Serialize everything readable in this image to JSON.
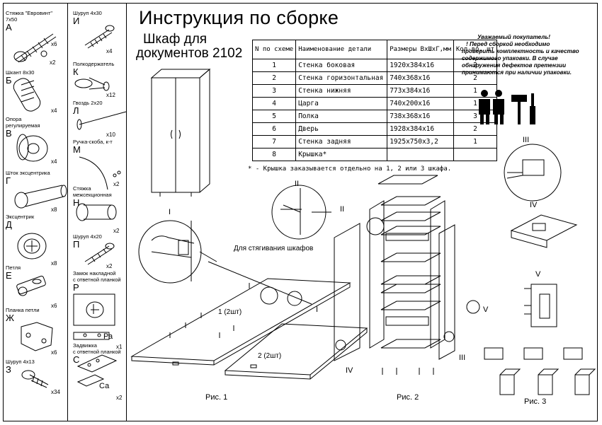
{
  "title": "Инструкция по сборке",
  "subtitle_line1": "Шкаф для",
  "subtitle_line2": "документов 2102",
  "parts": [
    {
      "name_l1": "Стяжка \"Евровинт\"",
      "name_l2": "7x50",
      "letter": "А",
      "qty": "x6",
      "extra_qty": "x2"
    },
    {
      "name_l1": "Шкант 8x30",
      "name_l2": "",
      "letter": "Б",
      "qty": "x4"
    },
    {
      "name_l1": "Опора",
      "name_l2": "регулируемая",
      "letter": "В",
      "qty": "x4"
    },
    {
      "name_l1": "Шток эксцентрика",
      "name_l2": "",
      "letter": "Г",
      "qty": "x8"
    },
    {
      "name_l1": "Эксцентрик",
      "name_l2": "",
      "letter": "Д",
      "qty": "x8"
    },
    {
      "name_l1": "Петля",
      "name_l2": "",
      "letter": "Е",
      "qty": "x6"
    },
    {
      "name_l1": "Планка петли",
      "name_l2": "",
      "letter": "Ж",
      "qty": "x6"
    },
    {
      "name_l1": "Шуруп 4x13",
      "name_l2": "",
      "letter": "З",
      "qty": "x34"
    },
    {
      "name_l1": "Шуруп 4x30",
      "name_l2": "",
      "letter": "И",
      "qty": "x4"
    },
    {
      "name_l1": "Полкодержатель",
      "name_l2": "",
      "letter": "К",
      "qty": "x12"
    },
    {
      "name_l1": "Гвоздь 2x20",
      "name_l2": "",
      "letter": "Л",
      "qty": "x10"
    },
    {
      "name_l1": "Ручка-скоба, к-т",
      "name_l2": "",
      "letter": "М",
      "qty": "x2"
    },
    {
      "name_l1": "Стяжка",
      "name_l2": "межсекционная",
      "letter": "Н",
      "qty": "x2"
    },
    {
      "name_l1": "Шуруп 4x20",
      "name_l2": "",
      "letter": "П",
      "qty": "x2"
    },
    {
      "name_l1": "Замок накладной",
      "name_l2": "с ответной планкой",
      "letter": "Р",
      "qty": "x1",
      "sub_letter": "Ра"
    },
    {
      "name_l1": "Задвижка",
      "name_l2": "с ответной планкой",
      "letter": "С",
      "qty": "x2",
      "sub_letter": "Са"
    }
  ],
  "table": {
    "headers": [
      "N по схеме",
      "Наименование детали",
      "Размеры ВхШхГ,мм",
      "Кол-во, шт"
    ],
    "rows": [
      [
        "1",
        "Стенка боковая",
        "1920x384x16",
        "2"
      ],
      [
        "2",
        "Стенка горизонтальная",
        "740x368x16",
        "2"
      ],
      [
        "3",
        "Стенка нижняя",
        "773x384x16",
        "1"
      ],
      [
        "4",
        "Царга",
        "740x200x16",
        "1"
      ],
      [
        "5",
        "Полка",
        "738x368x16",
        "3"
      ],
      [
        "6",
        "Дверь",
        "1928x384x16",
        "2"
      ],
      [
        "7",
        "Стенка задняя",
        "1925x750x3,2",
        "1"
      ],
      [
        "8",
        "Крышка*",
        "",
        ""
      ]
    ]
  },
  "footnote": "* - Крышка заказывается отдельно на 1, 2 или 3 шкафа.",
  "notice": [
    "Уважаемый покупатель!",
    "! Перед сборкой необходимо",
    "проверить комплектность и качество",
    "содержимого упаковки. В случае",
    "обнаружения дефектов претензии",
    "принимаются при наличии упаковки."
  ],
  "fig_labels": [
    "Рис. 1",
    "Рис. 2",
    "Рис. 3"
  ],
  "callout": "Для стягивания шкафов",
  "panel_labels": {
    "fig1_side": "1 (2шт)",
    "fig1_bottom": "2 (2шт)"
  },
  "roman": [
    "I",
    "II",
    "III",
    "IV",
    "V"
  ]
}
